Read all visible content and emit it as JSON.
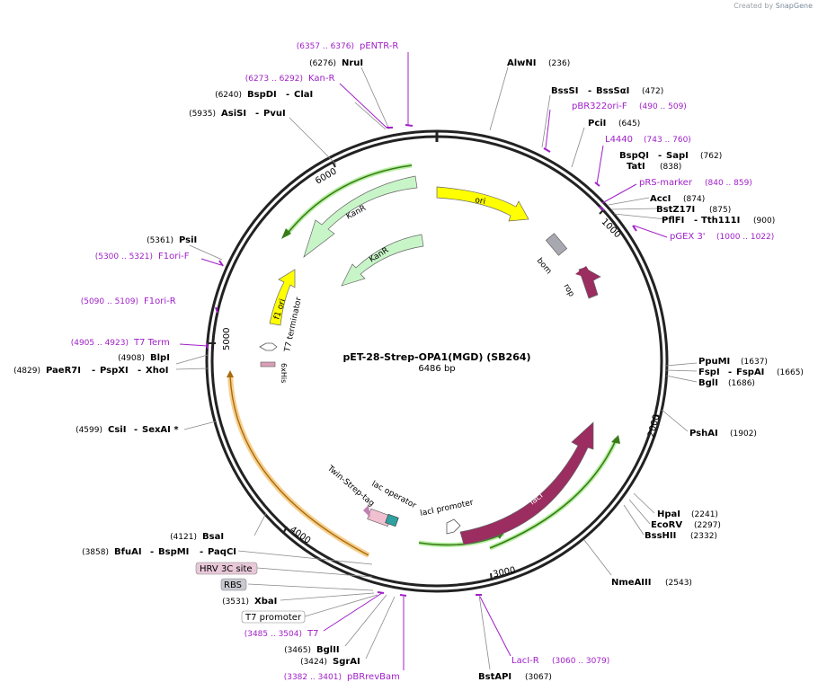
{
  "credit": {
    "created_by": "Created by",
    "brand": "SnapGene"
  },
  "plasmid": {
    "name": "pET-28-Strep-OPA1(MGD) (SB264)",
    "length_label": "6486 bp",
    "length": 6486
  },
  "ticks": [
    "1000",
    "2000",
    "3000",
    "4000",
    "5000",
    "6000"
  ],
  "colors": {
    "primer": "#a020c8",
    "ori": "#ffff00",
    "kanr": "#c8f5c8",
    "laci": "#9b2d60",
    "rop": "#9b2d60",
    "bom": "#a8a8b0",
    "f1ori": "#ffff00",
    "promoter_glow": "#7cc250",
    "yellow_glow": "#f0c070"
  },
  "left_sites": [
    {
      "pos": "(6357 .. 6376)",
      "name": "pENTR-R",
      "type": "primer"
    },
    {
      "pos": "(6276)",
      "name": "NruI",
      "type": "site"
    },
    {
      "pos": "(6273 .. 6292)",
      "name": "Kan-R",
      "type": "primer"
    },
    {
      "pos": "(6240)",
      "name": "BspDI",
      "name2": "ClaI",
      "type": "site"
    },
    {
      "pos": "(5935)",
      "name": "AsiSI",
      "name2": "PvuI",
      "type": "site"
    },
    {
      "pos": "(5361)",
      "name": "PsiI",
      "type": "site"
    },
    {
      "pos": "(5300 .. 5321)",
      "name": "F1ori-F",
      "type": "primer"
    },
    {
      "pos": "(5090 .. 5109)",
      "name": "F1ori-R",
      "type": "primer"
    },
    {
      "pos": "(4905 .. 4923)",
      "name": "T7 Term",
      "type": "primer"
    },
    {
      "pos": "(4908)",
      "name": "BlpI",
      "type": "site"
    },
    {
      "pos": "(4829)",
      "name": "PaeR7I",
      "name2": "PspXI",
      "name3": "XhoI",
      "type": "site"
    },
    {
      "pos": "(4599)",
      "name": "CsiI",
      "name2": "SexAI *",
      "type": "site"
    },
    {
      "pos": "(4121)",
      "name": "BsaI",
      "type": "site"
    },
    {
      "pos": "(3858)",
      "name": "BfuAI",
      "name2": "BspMI",
      "name3": "PaqCI",
      "type": "site"
    }
  ],
  "boxed_features": [
    {
      "name": "HRV 3C site"
    },
    {
      "name": "RBS"
    },
    {
      "name": "T7 promoter"
    }
  ],
  "bottom_sites": [
    {
      "pos": "(3531)",
      "name": "XbaI",
      "type": "site"
    },
    {
      "pos": "(3485 .. 3504)",
      "name": "T7",
      "type": "primer"
    },
    {
      "pos": "(3465)",
      "name": "BglII",
      "type": "site"
    },
    {
      "pos": "(3424)",
      "name": "SgrAI",
      "type": "site"
    },
    {
      "pos": "(3382 .. 3401)",
      "name": "pBRrevBam",
      "type": "primer"
    },
    {
      "pos": "(3060 .. 3079)",
      "name": "LacI-R",
      "type": "primer"
    },
    {
      "pos": "(3067)",
      "name": "BstAPI",
      "type": "site"
    }
  ],
  "right_sites": [
    {
      "pos": "(236)",
      "name": "AlwNI",
      "type": "site"
    },
    {
      "pos": "(472)",
      "name": "BssSI",
      "name2": "BssSαI",
      "type": "site"
    },
    {
      "pos": "(490 .. 509)",
      "name": "pBR322ori-F",
      "type": "primer"
    },
    {
      "pos": "(645)",
      "name": "PciI",
      "type": "site"
    },
    {
      "pos": "(743 .. 760)",
      "name": "L4440",
      "type": "primer"
    },
    {
      "pos": "(762)",
      "name": "BspQI",
      "name2": "SapI",
      "type": "site"
    },
    {
      "pos": "(838)",
      "name": "TatI",
      "type": "site"
    },
    {
      "pos": "(840 .. 859)",
      "name": "pRS-marker",
      "type": "primer"
    },
    {
      "pos": "(874)",
      "name": "AccI",
      "type": "site"
    },
    {
      "pos": "(875)",
      "name": "BstZ17I",
      "type": "site"
    },
    {
      "pos": "(900)",
      "name": "PflFI",
      "name2": "Tth111I",
      "type": "site"
    },
    {
      "pos": "(1000 .. 1022)",
      "name": "pGEX 3'",
      "type": "primer"
    },
    {
      "pos": "(1637)",
      "name": "PpuMI",
      "type": "site"
    },
    {
      "pos": "(1665)",
      "name": "FspI",
      "name2": "FspAI",
      "type": "site"
    },
    {
      "pos": "(1686)",
      "name": "BglI",
      "type": "site"
    },
    {
      "pos": "(1902)",
      "name": "PshAI",
      "type": "site"
    },
    {
      "pos": "(2241)",
      "name": "HpaI",
      "type": "site"
    },
    {
      "pos": "(2297)",
      "name": "EcoRV",
      "type": "site"
    },
    {
      "pos": "(2332)",
      "name": "BssHII",
      "type": "site"
    },
    {
      "pos": "(2543)",
      "name": "NmeAIII",
      "type": "site"
    }
  ],
  "features": {
    "ori": "ori",
    "kanr": "KanR",
    "kanr_inner": "KanR",
    "bom": "bom",
    "rop": "rop",
    "f1_ori": "f1 ori",
    "t7_terminator": "T7 terminator",
    "his6": "6xHis",
    "twin_strep": "Twin-Strep-tag",
    "lac_operator": "lac operator",
    "laci_promoter": "lacI promoter",
    "laci": "lacI"
  }
}
